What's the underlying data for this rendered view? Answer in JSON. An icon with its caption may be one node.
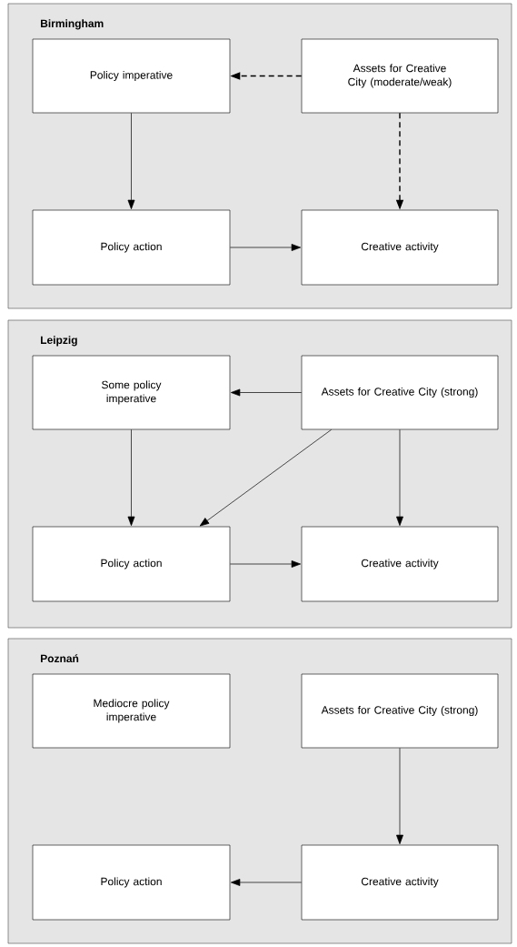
{
  "diagram": {
    "nodes": [
      {
        "text": [
          "Birmingham"
        ]
      },
      {
        "text": [
          "Policy imperative"
        ],
        "in": 0
      },
      {
        "text": [
          "Assets for Creative City (moderate/weak)"
        ],
        "in": 0
      },
      {
        "text": [
          "Policy action"
        ],
        "in": 0
      },
      {
        "text": [
          "Creative activity"
        ],
        "in": 0
      },
      {
        "text": [
          "Leipzig"
        ]
      },
      {
        "text": [
          "Some policy imperative"
        ],
        "in": 5
      },
      {
        "text": [
          "Assets for Creative City (strong)"
        ],
        "in": 5
      },
      {
        "text": [
          "Policy action"
        ],
        "in": 5
      },
      {
        "text": [
          "Creative activity"
        ],
        "in": 5
      },
      {
        "text": [
          "Poznań"
        ]
      },
      {
        "text": [
          "Mediocre policy imperative"
        ],
        "in": 10
      },
      {
        "text": [
          "Assets for Creative City (strong)"
        ],
        "in": 10
      },
      {
        "text": [
          "Policy action"
        ],
        "in": 10
      },
      {
        "text": [
          "Creative activity"
        ],
        "in": 10
      }
    ],
    "edges": [
      {
        "from": 2,
        "to": 1,
        "arrow": "to",
        "style": "dashed"
      },
      {
        "from": 1,
        "to": 3,
        "arrow": "to"
      },
      {
        "from": 2,
        "to": 4,
        "arrow": "to",
        "style": "dashed"
      },
      {
        "from": 3,
        "to": 4,
        "arrow": "to"
      },
      {
        "from": 7,
        "to": 6,
        "arrow": "to"
      },
      {
        "from": 6,
        "to": 8,
        "arrow": "to"
      },
      {
        "from": 7,
        "to": 8,
        "arrow": "to"
      },
      {
        "from": 7,
        "to": 9,
        "arrow": "to"
      },
      {
        "from": 8,
        "to": 9,
        "arrow": "to"
      },
      {
        "from": 12,
        "to": 14,
        "arrow": "to"
      },
      {
        "from": 14,
        "to": 13,
        "arrow": "to"
      }
    ]
  }
}
